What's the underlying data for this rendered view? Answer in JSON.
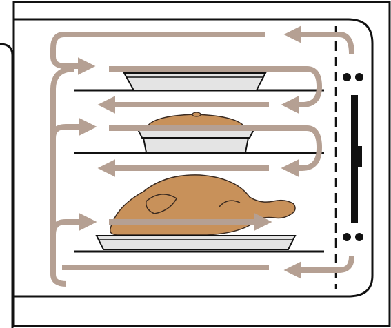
{
  "diagram": {
    "racks": [
      "top-rack",
      "middle-rack",
      "bottom-rack"
    ],
    "dishes": [
      "vegetable-tray",
      "pie-dish",
      "roast-chicken"
    ],
    "elements": [
      "oven-cavity",
      "convection-fan",
      "airflow-arrows",
      "oven-door-edge"
    ]
  },
  "colors": {
    "airflow": "#b5a093",
    "food": "#c8915a",
    "food_outline": "#3a2a20",
    "pan_fill": "#e4e4e4",
    "vegetable_green": "#8cc47a",
    "vegetable_yellow": "#f2e07a",
    "line": "#111111",
    "background": "#ffffff"
  }
}
